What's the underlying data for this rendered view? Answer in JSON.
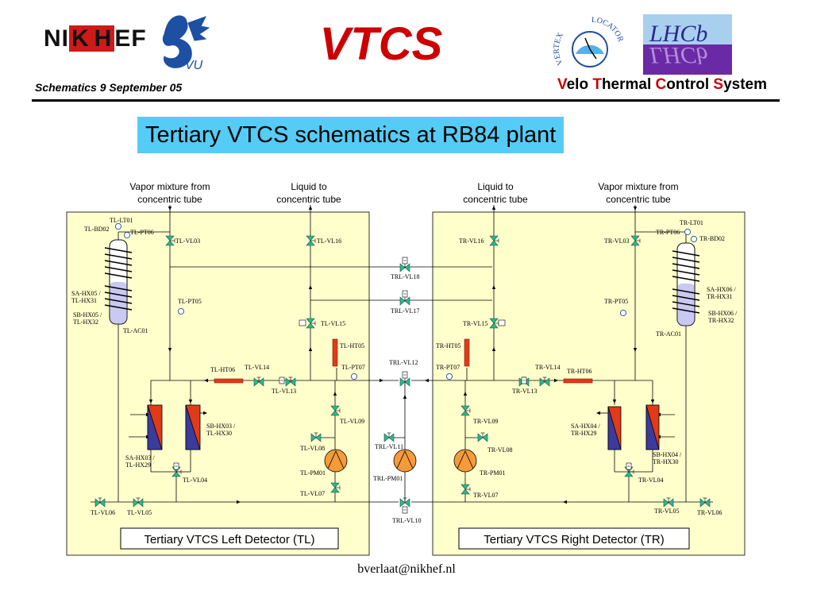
{
  "header": {
    "title": "VTCS",
    "date_label": "Schematics 9 September 05",
    "subtitle_words": [
      {
        "first": "V",
        "rest": "elo"
      },
      {
        "first": "T",
        "rest": "hermal"
      },
      {
        "first": "C",
        "rest": "ontrol"
      },
      {
        "first": "S",
        "rest": "ystem"
      }
    ],
    "section_heading": "Tertiary VTCS  schematics at RB84 plant"
  },
  "logos": {
    "nikhef": {
      "part1": "NI",
      "part2": "K",
      "part3": "H",
      "part4": "EF"
    },
    "vu": {
      "text": "VU"
    },
    "vertex_locator": {
      "word1": "VERTEX",
      "word2": "LOCATOR"
    },
    "lhcb": {
      "text": "LHCb"
    }
  },
  "feeds": {
    "tl_vapor": [
      "Vapor mixture from",
      "concentric tube"
    ],
    "tl_liquid": [
      "Liquid to",
      "concentric tube"
    ],
    "tr_liquid": [
      "Liquid to",
      "concentric tube"
    ],
    "tr_vapor": [
      "Vapor mixture from",
      "concentric tube"
    ]
  },
  "labels": {
    "TL_LT01": "TL-LT01",
    "TL_BD02": "TL-BD02",
    "TL_PT06": "TL-PT06",
    "TL_VL03": "TL-VL03",
    "TL_VL16": "TL-VL16",
    "SA_HX05a": "SA-HX05 /",
    "SA_HX05b": "TL-HX31",
    "SB_HX05a": "SB-HX05 /",
    "SB_HX05b": "TL-HX32",
    "TL_AC01": "TL-AC01",
    "TL_PT05": "TL-PT05",
    "TL_VL15": "TL-VL15",
    "TL_HT05": "TL-HT05",
    "TL_PT07": "TL-PT07",
    "TL_HT06": "TL-HT06",
    "TL_VL14": "TL-VL14",
    "TL_VL13": "TL-VL13",
    "SB_HX03a": "SB-HX03 /",
    "SB_HX03b": "TL-HX30",
    "SA_HX03a": "SA-HX03 /",
    "SA_HX03b": "TL-HX29",
    "TL_VL04": "TL-VL04",
    "TL_VL09": "TL-VL09",
    "TL_VL08": "TL-VL08",
    "TL_PM01": "TL-PM01",
    "TL_VL07": "TL-VL07",
    "TL_VL06": "TL-VL06",
    "TL_VL05": "TL-VL05",
    "TRL_VL18": "TRL-VL18",
    "TRL_VL17": "TRL-VL17",
    "TRL_VL12": "TRL-VL12",
    "TRL_VL11": "TRL-VL11",
    "TRL_PM01": "TRL-PM01",
    "TRL_VL10": "TRL-VL10",
    "TR_LT01": "TR-LT01",
    "TR_PT06": "TR-PT06",
    "TR_BD02": "TR-BD02",
    "TR_VL03": "TR-VL03",
    "TR_VL16": "TR-VL16",
    "SA_HX06a": "SA-HX06 /",
    "SA_HX06b": "TR-HX31",
    "SB_HX06a": "SB-HX06 /",
    "SB_HX06b": "TR-HX32",
    "TR_AC01": "TR-AC01",
    "TR_PT05": "TR-PT05",
    "TR_VL15": "TR-VL15",
    "TR_HT05": "TR-HT05",
    "TR_PT07": "TR-PT07",
    "TR_VL14": "TR-VL14",
    "TR_HT06": "TR-HT06",
    "TR_VL13": "TR-VL13",
    "SA_HX04a": "SA-HX04 /",
    "SA_HX04b": "TR-HX29",
    "SB_HX04a": "SB-HX04 /",
    "SB_HX04b": "TR-HX30",
    "TR_VL04": "TR-VL04",
    "TR_VL09": "TR-VL09",
    "TR_VL08": "TR-VL08",
    "TR_PM01": "TR-PM01",
    "TR_VL07": "TR-VL07",
    "TR_VL05": "TR-VL05",
    "TR_VL06": "TR-VL06"
  },
  "captions": {
    "left": "Tertiary VTCS Left Detector (TL)",
    "right": "Tertiary VTCS Right Detector (TR)"
  },
  "footer": {
    "email": "bverlaat@nikhef.nl"
  },
  "colors": {
    "panel_fill": "#ffffcc",
    "heading_bg": "#55ccf5",
    "title_red": "#cc0000",
    "valve_green": "#2fb58f",
    "pump_orange": "#f59b3a",
    "heater_red": "#e03a18",
    "hx_blue": "#3b3b9c",
    "accumulator_fill": "#c9c9f2"
  }
}
